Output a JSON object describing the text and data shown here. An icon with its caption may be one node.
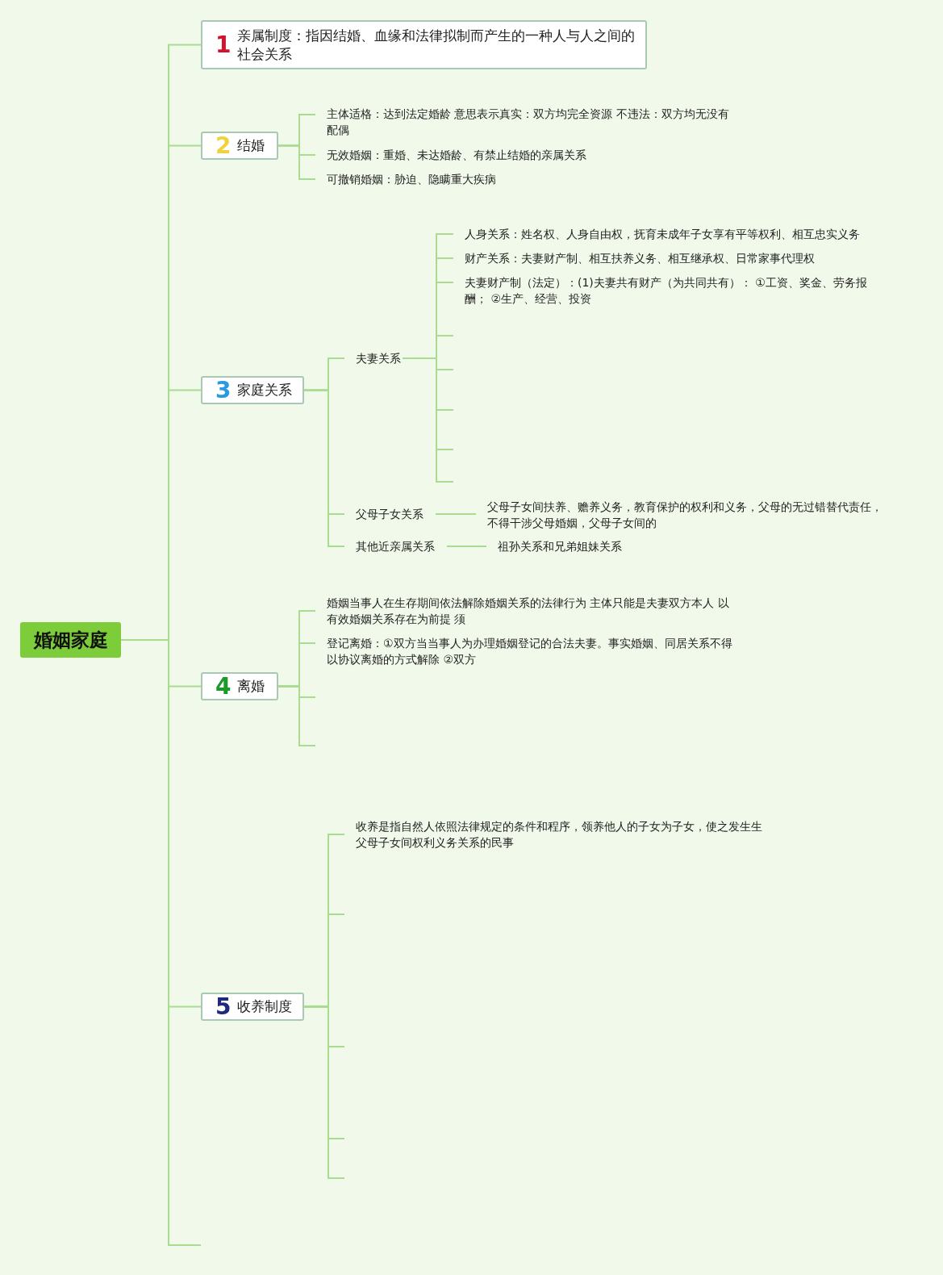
{
  "diagram": {
    "nodes": [
      {
        "text": [
          "婚姻家庭"
        ]
      },
      {
        "text": [
          "1",
          "亲属制度：指因结婚、血缘和法律拟制而产生的一种人与人之间的社会关系"
        ]
      },
      {
        "text": [
          "2",
          "结婚"
        ]
      },
      {
        "text": [
          "主体适格：达到法定婚龄 意思表示真实：双方均完全资源 不违法：双方均无没有配偶"
        ]
      },
      {
        "text": [
          "无效婚姻：重婚、未达婚龄、有禁止结婚的亲属关系"
        ]
      },
      {
        "text": [
          "可撤销婚姻：胁迫、隐瞒重大疾病"
        ]
      },
      {
        "text": [
          "3",
          "家庭关系"
        ]
      },
      {
        "text": [
          "夫妻关系"
        ]
      },
      {
        "text": [
          "人身关系：姓名权、人身自由权，抚育未成年子女享有平等权利、相互忠实义务"
        ]
      },
      {
        "text": [
          "财产关系：夫妻财产制、相互扶养义务、相互继承权、日常家事代理权"
        ]
      },
      {
        "text": [
          "夫妻财产制（法定）：(1)夫妻共有财产（为共同共有）： ①工资、奖金、劳务报酬； ②生产、经营、投资"
        ]
      },
      {
        "text": [
          "父母子女关系"
        ]
      },
      {
        "text": [
          "父母子女间扶养、赡养义务，教育保护的权利和义务，父母的无过错替代责任，不得干涉父母婚姻，父母子女间的"
        ]
      },
      {
        "text": [
          "其他近亲属关系"
        ]
      },
      {
        "text": [
          "祖孙关系和兄弟姐妹关系"
        ]
      },
      {
        "text": [
          "4",
          "离婚"
        ]
      },
      {
        "text": [
          "婚姻当事人在生存期间依法解除婚姻关系的法律行为 主体只能是夫妻双方本人 以有效婚姻关系存在为前提 须"
        ]
      },
      {
        "text": [
          "登记离婚：①双方当当事人为办理婚姻登记的合法夫妻。事实婚姻、同居关系不得以协议离婚的方式解除 ②双方"
        ]
      },
      {
        "text": [
          "5",
          "收养制度"
        ]
      },
      {
        "text": [
          "收养是指自然人依照法律规定的条件和程序，领养他人的子女为子女，使之发生生父母子女间权利义务关系的民事"
        ]
      }
    ],
    "edges": [
      {
        "from": 0,
        "to": 1,
        "arrow": "none"
      },
      {
        "from": 0,
        "to": 2,
        "arrow": "none"
      },
      {
        "from": 2,
        "to": 3,
        "arrow": "none"
      },
      {
        "from": 2,
        "to": 4,
        "arrow": "none"
      },
      {
        "from": 2,
        "to": 5,
        "arrow": "none"
      },
      {
        "from": 0,
        "to": 6,
        "arrow": "none"
      },
      {
        "from": 6,
        "to": 7,
        "arrow": "none"
      },
      {
        "from": 7,
        "to": 8,
        "arrow": "none"
      },
      {
        "from": 7,
        "to": 9,
        "arrow": "none"
      },
      {
        "from": 7,
        "to": 10,
        "arrow": "none"
      },
      {
        "from": 7,
        "to": null,
        "arrow": "none"
      },
      {
        "from": 7,
        "to": null,
        "arrow": "none"
      },
      {
        "from": 7,
        "to": null,
        "arrow": "none"
      },
      {
        "from": 7,
        "to": null,
        "arrow": "none"
      },
      {
        "from": 7,
        "to": null,
        "arrow": "none"
      },
      {
        "from": 6,
        "to": 11,
        "arrow": "none"
      },
      {
        "from": 11,
        "to": 12,
        "arrow": "none"
      },
      {
        "from": 6,
        "to": 13,
        "arrow": "none"
      },
      {
        "from": 13,
        "to": 14,
        "arrow": "none"
      },
      {
        "from": 0,
        "to": 15,
        "arrow": "none"
      },
      {
        "from": 15,
        "to": 16,
        "arrow": "none"
      },
      {
        "from": 15,
        "to": 17,
        "arrow": "none"
      },
      {
        "from": 15,
        "to": null,
        "arrow": "none"
      },
      {
        "from": 15,
        "to": null,
        "arrow": "none"
      },
      {
        "from": 0,
        "to": 18,
        "arrow": "none"
      },
      {
        "from": 18,
        "to": 19,
        "arrow": "none"
      },
      {
        "from": 18,
        "to": null,
        "arrow": "none"
      },
      {
        "from": 18,
        "to": null,
        "arrow": "none"
      },
      {
        "from": 18,
        "to": null,
        "arrow": "none"
      },
      {
        "from": 18,
        "to": null,
        "arrow": "none"
      },
      {
        "from": 0,
        "to": null,
        "arrow": "none"
      }
    ]
  }
}
